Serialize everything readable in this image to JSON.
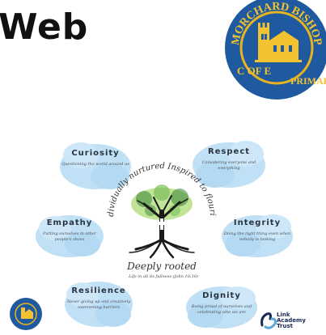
{
  "header": {
    "title": "Web"
  },
  "crest": {
    "top_text": "MORCHARD BISHOP",
    "left_text": "C OF E",
    "right_text": "PRIMARY",
    "colors": {
      "ring": "#1f5aa0",
      "gold": "#e8b320",
      "church": "#f2c230"
    }
  },
  "values": [
    {
      "title": "Curiosity",
      "description": "Questioning the world around us"
    },
    {
      "title": "Respect",
      "description": "Considering everyone and everything"
    },
    {
      "title": "Empathy",
      "description": "Putting ourselves in other people's shoes"
    },
    {
      "title": "Integrity",
      "description": "Doing the right thing even when nobody is looking"
    },
    {
      "title": "Resilience",
      "description": "Never giving up and creatively overcoming barriers"
    },
    {
      "title": "Dignity",
      "description": "Being proud of ourselves and celebrating who we are"
    }
  ],
  "tree": {
    "arc_text": "Individually nurtured Inspired to flourish",
    "motto": "Deeply rooted",
    "verse": "Life in all its fullness (John 10:10)"
  },
  "footer": {
    "trust_name_line1": "Link",
    "trust_name_line2": "Academy",
    "trust_name_line3": "Trust"
  },
  "colors": {
    "cloud": "#bfe0f5",
    "cloud_edge": "#d9eefa",
    "leaf_light": "#a8d86e",
    "leaf_dark": "#3f8a3a",
    "trunk": "#1a1a1a"
  }
}
